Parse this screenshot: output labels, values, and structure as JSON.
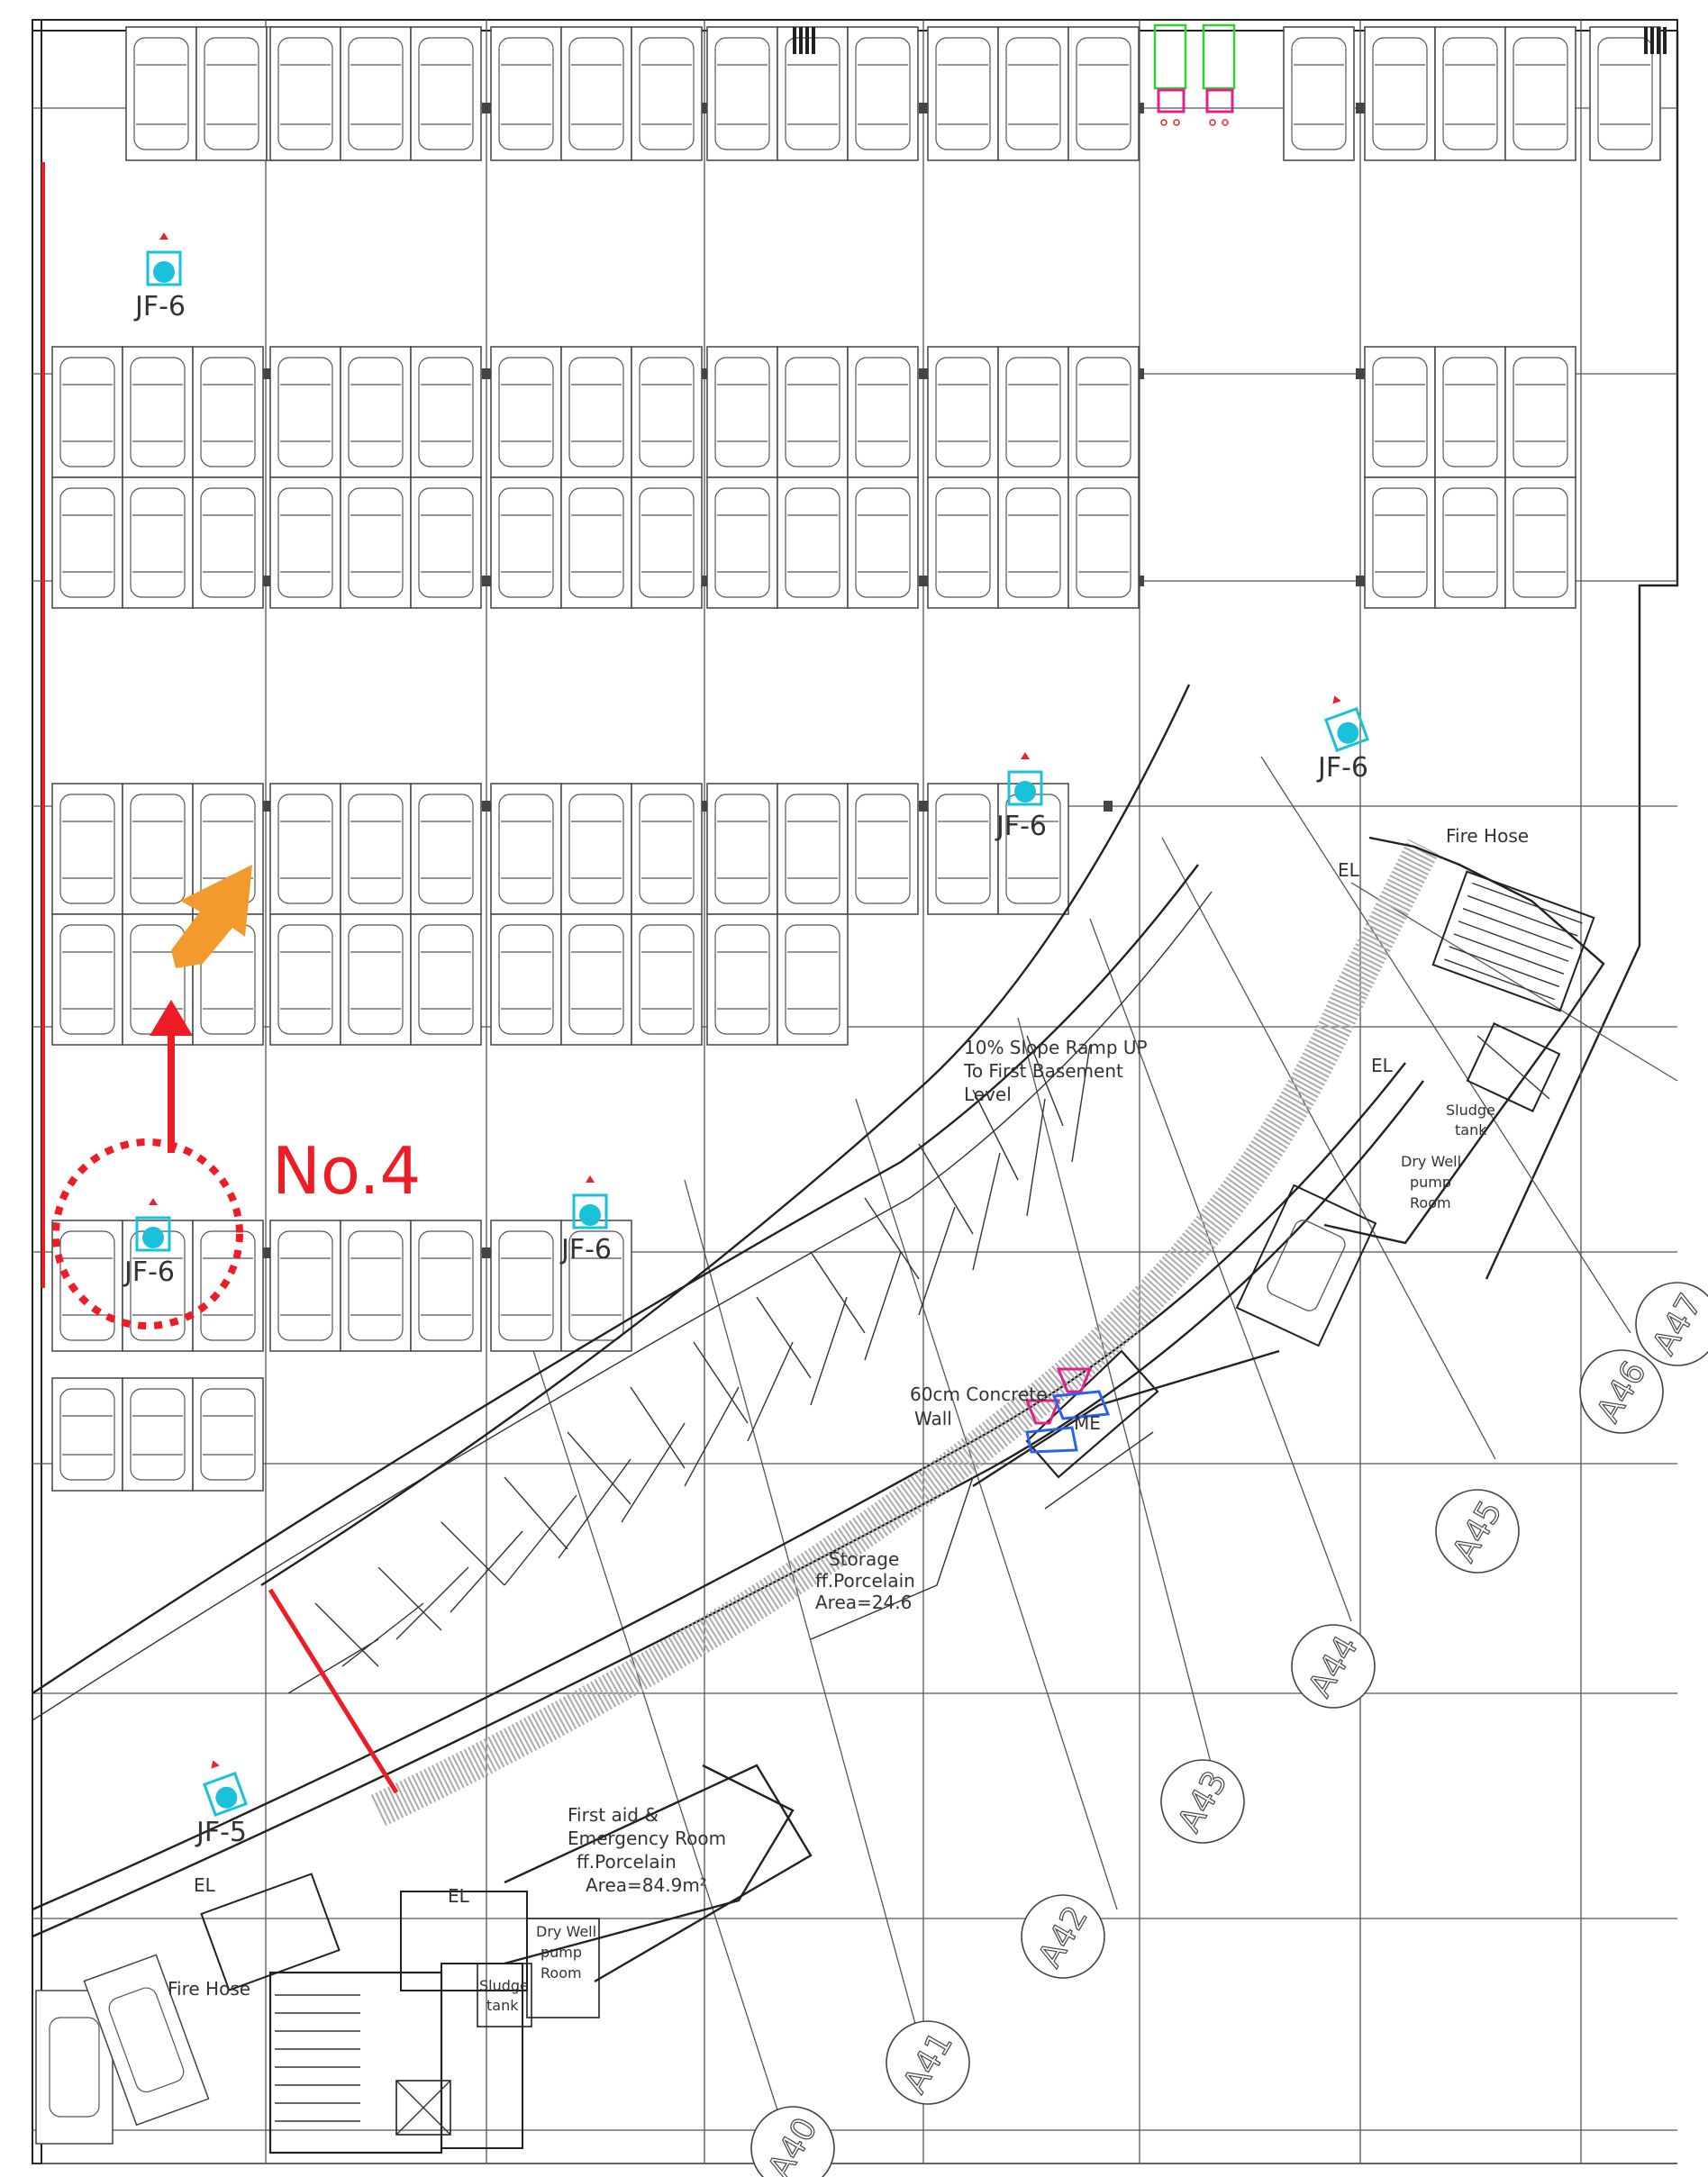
{
  "colors": {
    "fan": "#19c2d8",
    "fan_arrow": "#e5262d",
    "red_annotation": "#ee1c24",
    "orange_arrow": "#f29a2e",
    "green_equipment": "#2fd12f",
    "magenta_equipment": "#e0208c",
    "blue_equipment": "#2a62e8",
    "line": "#333333"
  },
  "annotation": {
    "label": "No.4"
  },
  "fans": [
    {
      "label": "JF-6"
    },
    {
      "label": "JF-6"
    },
    {
      "label": "JF-6"
    },
    {
      "label": "JF-6"
    },
    {
      "label": "JF-6"
    },
    {
      "label": "JF-5"
    }
  ],
  "labels": {
    "fire_hose_top": "Fire Hose",
    "fire_hose_bottom": "Fire Hose",
    "el_top_1": "EL",
    "el_top_2": "EL",
    "el_bottom_1": "EL",
    "el_bottom_2": "EL",
    "ramp_line1": "10% Slope Ramp UP",
    "ramp_line2": "To First Basement",
    "ramp_line3": "Level",
    "sludge_top_line1": "Sludge",
    "sludge_top_line2": "tank",
    "drywell_top_line1": "Dry Well",
    "drywell_top_line2": "pump",
    "drywell_top_line3": "Room",
    "concrete_line1": "60cm Concrete",
    "concrete_line2": "Wall",
    "me": "ME",
    "storage_line1": "Storage",
    "storage_line2": "ff.Porcelain",
    "storage_line3": "Area=24.6",
    "firstaid_line1": "First aid &",
    "firstaid_line2": "Emergency Room",
    "firstaid_line3": "ff.Porcelain",
    "firstaid_line4": "Area=84.9m²",
    "drywell_bottom_line1": "Dry Well",
    "drywell_bottom_line2": "pump",
    "drywell_bottom_line3": "Room",
    "sludge_bottom_line1": "Sludge",
    "sludge_bottom_line2": "tank"
  },
  "grid_markers": [
    "A40",
    "A41",
    "A42",
    "A43",
    "A44",
    "A45",
    "A46",
    "A47"
  ]
}
